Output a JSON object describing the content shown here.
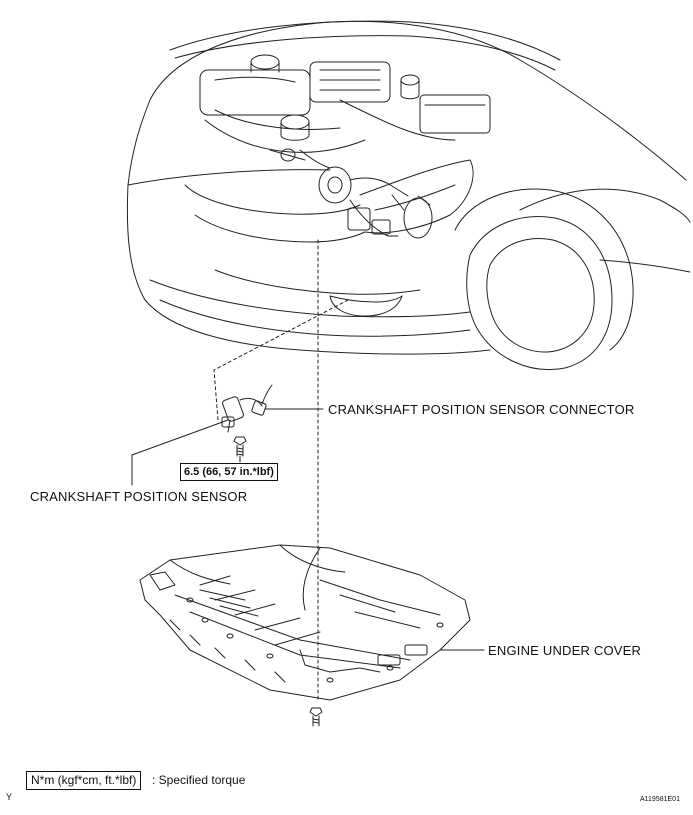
{
  "labels": {
    "sensor_connector": "CRANKSHAFT POSITION SENSOR CONNECTOR",
    "sensor": "CRANKSHAFT POSITION SENSOR",
    "under_cover": "ENGINE UNDER COVER"
  },
  "torque_spec": "6.5 (66, 57 in.*lbf)",
  "legend": {
    "unit": "N*m (kgf*cm, ft.*lbf)",
    "description": ": Specified torque"
  },
  "corner_mark": "Y",
  "figure_id": "A119581E01"
}
